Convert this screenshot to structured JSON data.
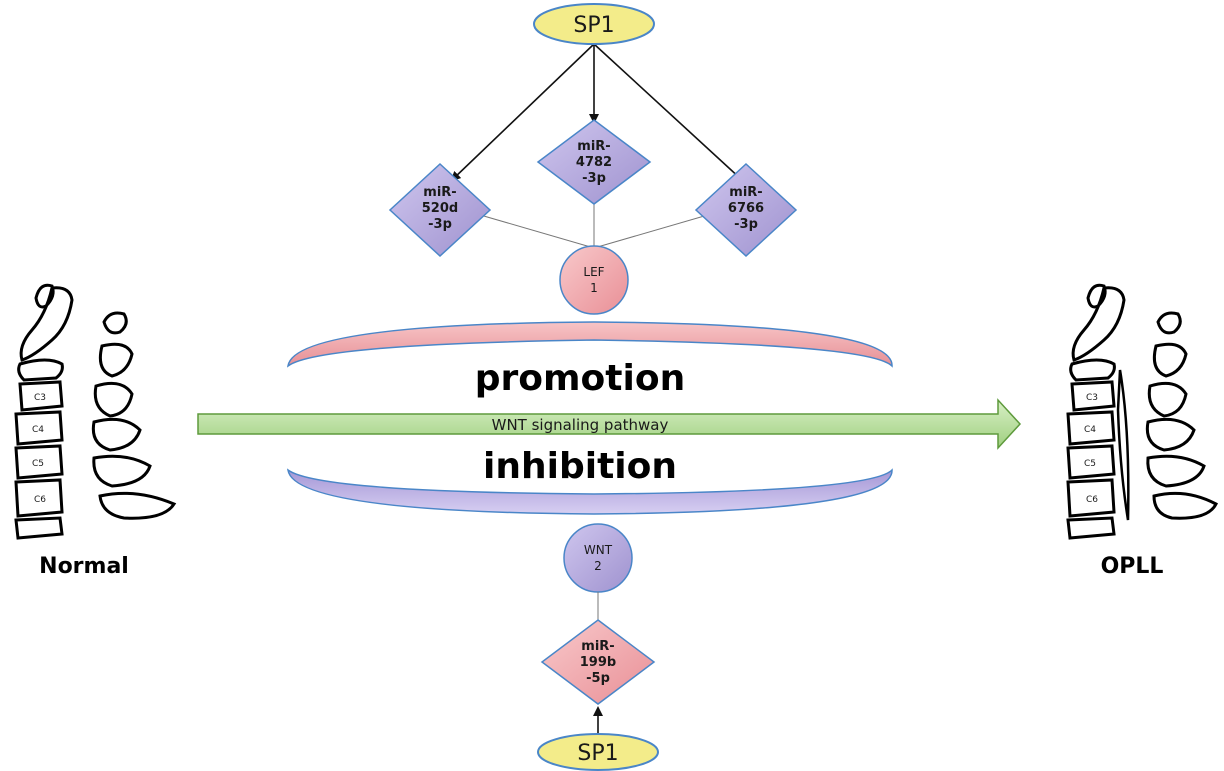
{
  "top_node": {
    "label": "SP1"
  },
  "mirnas_top": [
    {
      "lines": [
        "miR-",
        "520d",
        "-3p"
      ]
    },
    {
      "lines": [
        "miR-",
        "4782",
        "-3p"
      ]
    },
    {
      "lines": [
        "miR-",
        "6766",
        "-3p"
      ]
    }
  ],
  "lef_node": {
    "lines": [
      "LEF",
      "1"
    ]
  },
  "promotion_label": "promotion",
  "pathway_label": "WNT signaling pathway",
  "inhibition_label": "inhibition",
  "wnt_node": {
    "lines": [
      "WNT",
      "2"
    ]
  },
  "mirna_bottom": {
    "lines": [
      "miR-",
      "199b",
      "-5p"
    ]
  },
  "bottom_node": {
    "label": "SP1"
  },
  "left_spine": {
    "caption": "Normal",
    "vertebrae": [
      "C3",
      "C4",
      "C5",
      "C6"
    ]
  },
  "right_spine": {
    "caption": "OPLL",
    "vertebrae": [
      "C3",
      "C4",
      "C5",
      "C6"
    ]
  },
  "colors": {
    "ellipse_fill": "#f3ec8a",
    "ellipse_stroke": "#4a86c8",
    "purple_fill": "#b7abdb",
    "pink_fill": "#f1a7ac",
    "green_fill": "#b6dd9a",
    "green_stroke": "#5e9a3c"
  }
}
